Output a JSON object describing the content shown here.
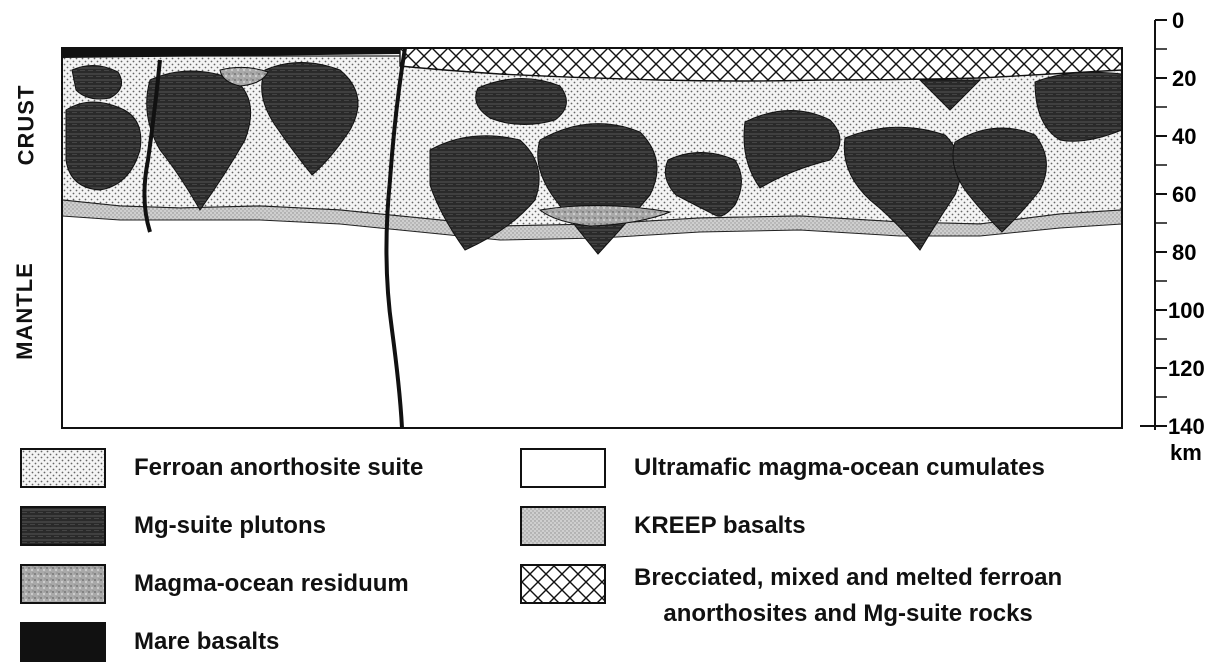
{
  "labels": {
    "crust": "CRUST",
    "mantle": "MANTLE"
  },
  "depth_scale": {
    "ticks": [
      "0",
      "20",
      "40",
      "60",
      "80",
      "100",
      "120",
      "140"
    ],
    "unit": "km"
  },
  "legend": [
    {
      "id": "ferroan",
      "label": "Ferroan anorthosite suite",
      "pattern": "dots"
    },
    {
      "id": "mgsuite",
      "label": "Mg-suite plutons",
      "pattern": "dark-striped"
    },
    {
      "id": "residuum",
      "label": "Magma-ocean residuum",
      "pattern": "grey-mottled"
    },
    {
      "id": "mare",
      "label": "Mare basalts",
      "pattern": "solid-black"
    },
    {
      "id": "ultramafic",
      "label": "Ultramafic magma-ocean cumulates",
      "pattern": "white"
    },
    {
      "id": "kreep",
      "label": "KREEP basalts",
      "pattern": "fine-grey-dots"
    },
    {
      "id": "breccia",
      "label": "Brecciated, mixed and melted ferroan",
      "label_line2": "anorthosites and Mg-suite rocks",
      "pattern": "crosshatch"
    }
  ]
}
